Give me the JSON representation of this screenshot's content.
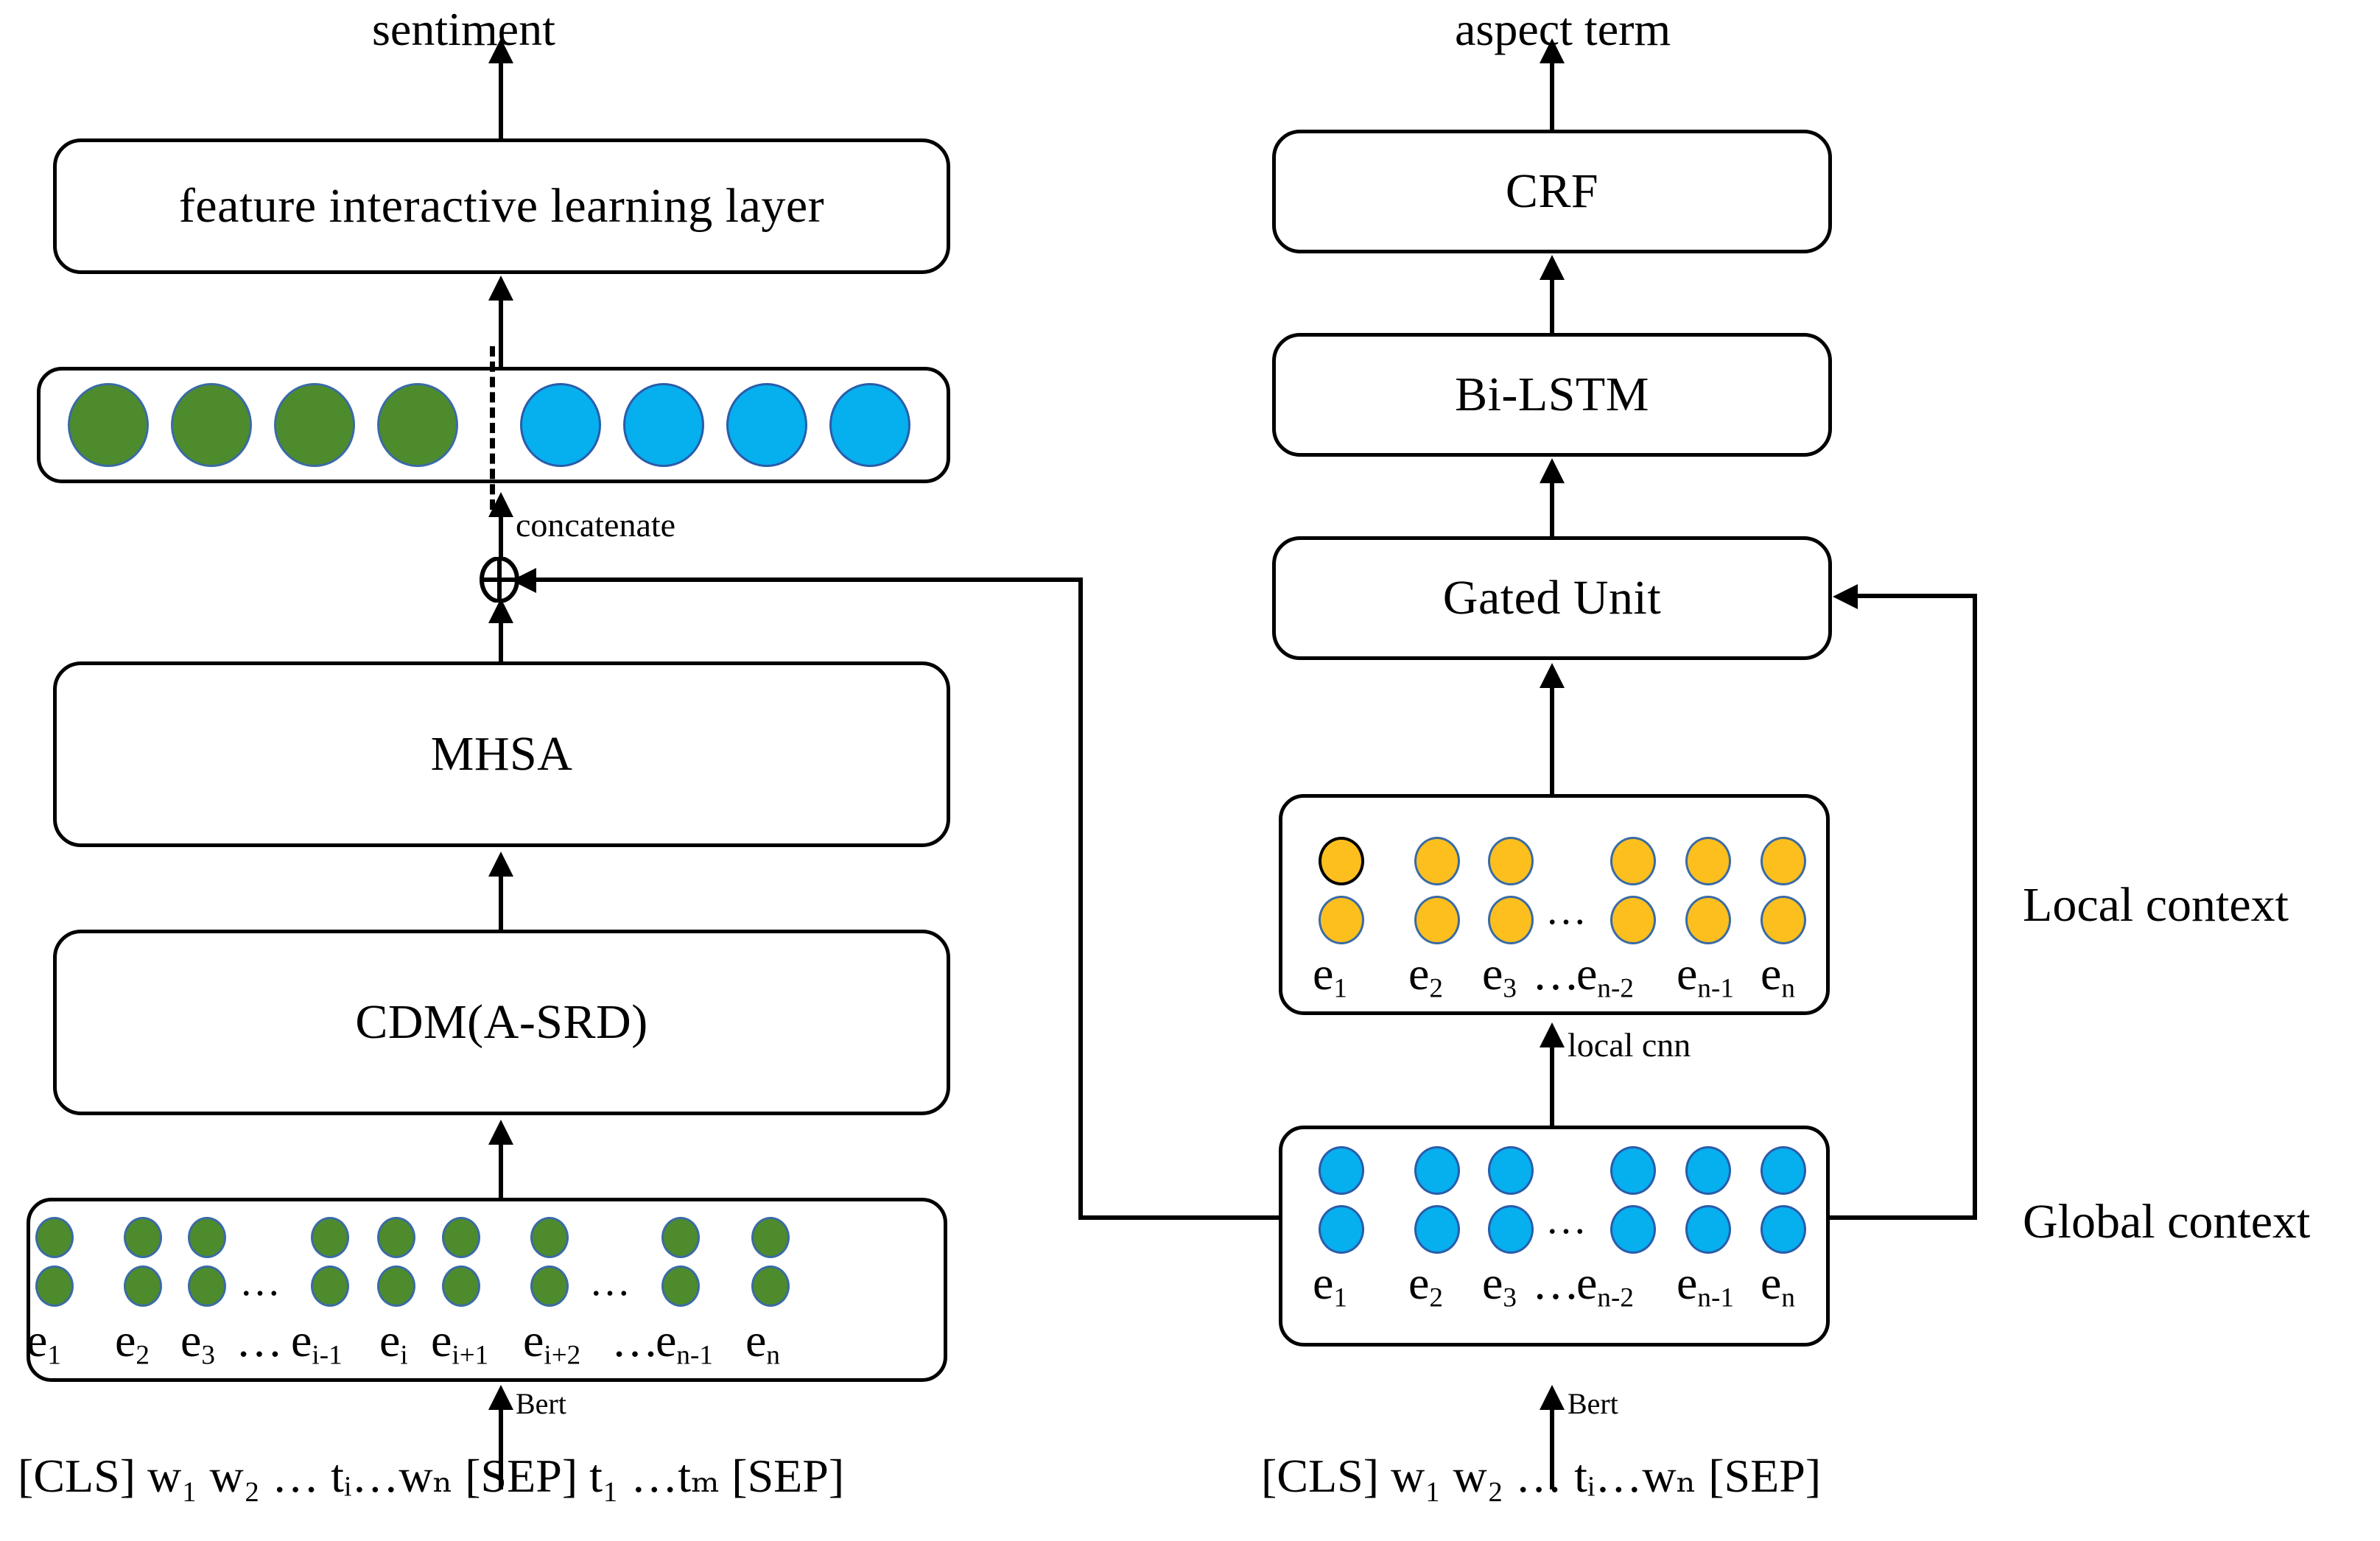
{
  "figure": {
    "type": "model-architecture-diagram",
    "left_branch": {
      "output_label": "sentiment",
      "boxes": [
        {
          "id": "feature-interactive-learning-layer",
          "label": "feature interactive learning layer"
        },
        {
          "id": "concat-representation",
          "label": ""
        },
        {
          "id": "mhsa",
          "label": "MHSA"
        },
        {
          "id": "cdm",
          "label": "CDM(A-SRD)"
        },
        {
          "id": "bert-embeddings",
          "label": ""
        }
      ],
      "concat_label": "concatenate",
      "concat_operator": "⊕",
      "bert_label": "Bert",
      "input_text": "[CLS] w₁ w₂ … tᵢ…wₙ [SEP] t₁ …tₘ [SEP]",
      "concat_row": {
        "green_count": 4,
        "blue_count": 4,
        "divider": "dashed"
      },
      "embedding_labels": [
        "e1",
        "e2",
        "e3",
        "ei-1",
        "ei",
        "ei+1",
        "ei+2",
        "en-1",
        "en"
      ],
      "embedding_tokens": [
        {
          "base": "e",
          "sub": "1"
        },
        {
          "base": "e",
          "sub": "2"
        },
        {
          "base": "e",
          "sub": "3"
        },
        {
          "base": "e",
          "sub": "i-1"
        },
        {
          "base": "e",
          "sub": "i"
        },
        {
          "base": "e",
          "sub": "i+1"
        },
        {
          "base": "e",
          "sub": "i+2"
        },
        {
          "base": "e",
          "sub": "n-1"
        },
        {
          "base": "e",
          "sub": "n"
        }
      ],
      "ellipsis": "…"
    },
    "right_branch": {
      "output_label": "aspect term",
      "boxes": [
        {
          "id": "crf",
          "label": "CRF"
        },
        {
          "id": "bi-lstm",
          "label": "Bi-LSTM"
        },
        {
          "id": "gated-unit",
          "label": "Gated Unit"
        },
        {
          "id": "local-context",
          "label": ""
        },
        {
          "id": "global-context",
          "label": ""
        }
      ],
      "local_cnn_label": "local cnn",
      "bert_label": "Bert",
      "input_text": "[CLS] w₁ w₂ … tᵢ…wₙ [SEP]",
      "side_labels": [
        {
          "id": "local-context-label",
          "text": "Local context"
        },
        {
          "id": "global-context-label",
          "text": "Global context"
        }
      ],
      "context_tokens": [
        {
          "base": "e",
          "sub": "1"
        },
        {
          "base": "e",
          "sub": "2"
        },
        {
          "base": "e",
          "sub": "3"
        },
        {
          "base": "e",
          "sub": "n-2"
        },
        {
          "base": "e",
          "sub": "n-1"
        },
        {
          "base": "e",
          "sub": "n"
        }
      ],
      "local_circle_count": 12,
      "global_circle_count": 12,
      "ellipsis": "…"
    },
    "colors": {
      "green": "#4E8B2C",
      "blue": "#06AFEE",
      "orange": "#FCBF1E",
      "circle_border": "#3A6BA5",
      "line": "#000000",
      "background": "#FFFFFF"
    }
  }
}
